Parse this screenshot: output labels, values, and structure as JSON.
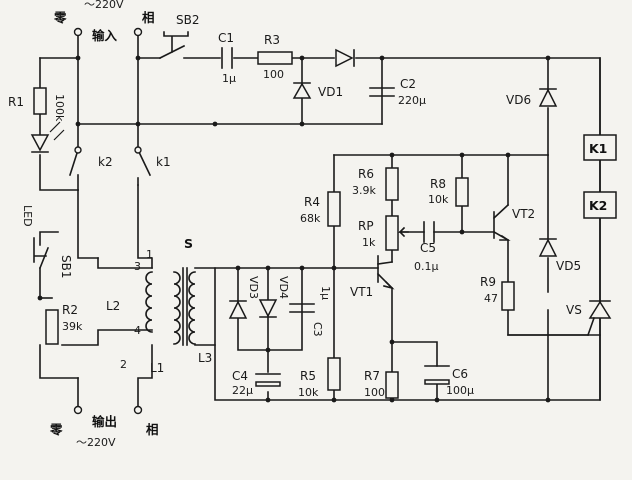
{
  "input": {
    "neutral": "零",
    "voltage": "～220V",
    "phase": "相",
    "label": "输入"
  },
  "output": {
    "neutral": "零",
    "voltage": "～220V",
    "phase": "相",
    "label": "输出"
  },
  "components": {
    "SB2": "SB2",
    "C1": "C1",
    "C1_val": "1μ",
    "R3": "R3",
    "R3_val": "100",
    "VD1": "VD1",
    "C2": "C2",
    "C2_val": "220μ",
    "R1": "R1",
    "R1_val": "100k",
    "LED": "LED",
    "k2": "k2",
    "k1": "k1",
    "SB1": "SB1",
    "R2": "R2",
    "R2_val": "39k",
    "L2": "L2",
    "L1": "L1",
    "L3": "L3",
    "S": "S",
    "pin3": "3",
    "pin1": "1",
    "pin4": "4",
    "pin2": "2",
    "VD3": "VD3",
    "VD4": "VD4",
    "C3": "C3",
    "C3_val": "1μ",
    "C4": "C4",
    "C4_val": "22μ",
    "R5": "R5",
    "R5_val": "10k",
    "R4": "R4",
    "R4_val": "68k",
    "R6": "R6",
    "R6_val": "3.9k",
    "RP": "RP",
    "RP_val": "1k",
    "R8": "R8",
    "R8_val": "10k",
    "C5": "C5",
    "C5_val": "0.1μ",
    "VT1": "VT1",
    "VT2": "VT2",
    "R7": "R7",
    "R7_val": "100",
    "C6": "C6",
    "C6_val": "100μ",
    "R9": "R9",
    "R9_val": "47",
    "VD5": "VD5",
    "VD6": "VD6",
    "K1": "K1",
    "K2": "K2",
    "VS": "VS"
  }
}
